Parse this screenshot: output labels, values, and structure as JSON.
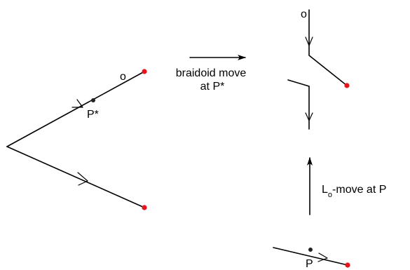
{
  "colors": {
    "line": "#000000",
    "endpoint": "#e8141b",
    "point": "#222222",
    "background": "#ffffff"
  },
  "labels": {
    "left_strand": "o",
    "left_point": "P*",
    "move_top_line1": "braidoid move",
    "move_top_line2": "at P*",
    "right_strand": "o",
    "lo_main": "L",
    "lo_sub": "o",
    "lo_rest": "-move at P",
    "bottom_point": "P"
  },
  "icons": {
    "arrow_head": "arrow-head",
    "endpoint": "red-dot"
  }
}
